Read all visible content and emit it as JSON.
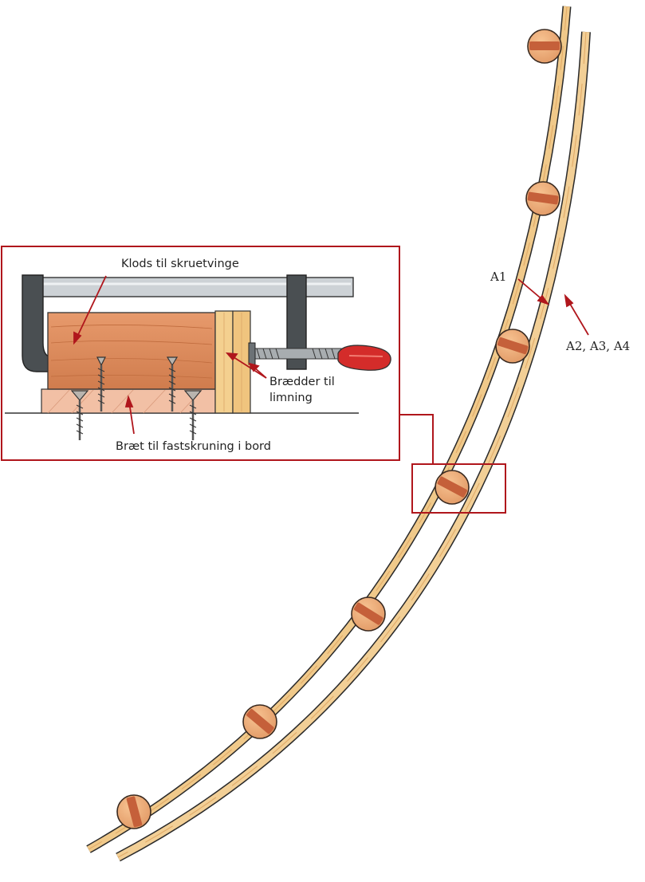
{
  "labels": {
    "clamp_block": "Klods til skruetvinge",
    "boards_line1": "Brædder til",
    "boards_line2": "limning",
    "base_board": "Bræt til fastskruning i bord",
    "a1": "A1",
    "a2_a4": "A2, A3, A4"
  },
  "colors": {
    "callout_red": "#b0161c",
    "wood_light": "#f0c98a",
    "wood_dark": "#c97a4a",
    "clamp_metal": "#4a4f52",
    "handle_red": "#d42c2a"
  },
  "icons": [
    "clamp-icon",
    "screw-icon",
    "dowel-icon",
    "arrow-icon"
  ]
}
